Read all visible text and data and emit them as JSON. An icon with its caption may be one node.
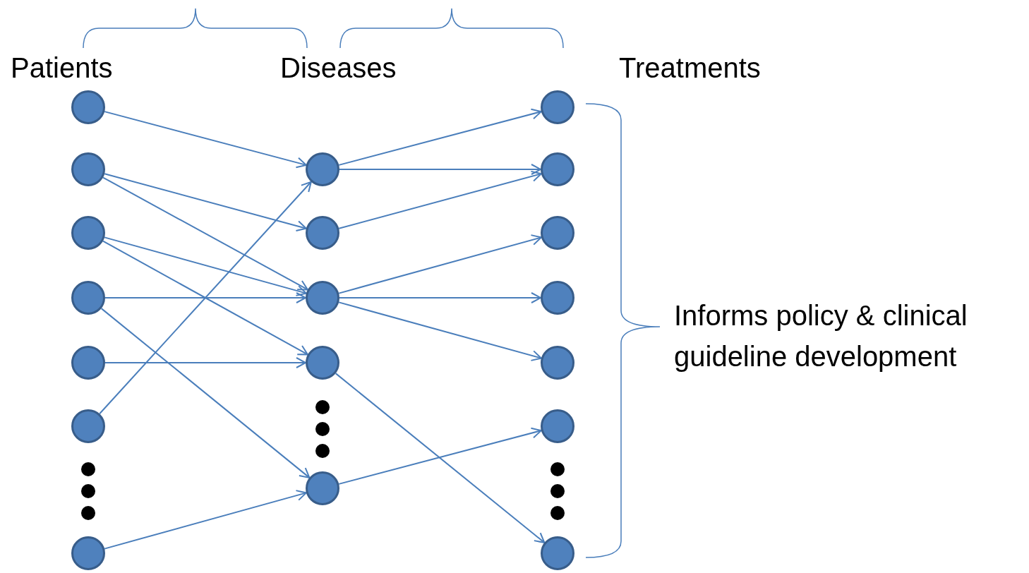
{
  "diagram": {
    "nodes": [
      {
        "text": [],
        "shape": "circle"
      },
      {
        "text": [],
        "shape": "circle"
      },
      {
        "text": [],
        "shape": "circle"
      },
      {
        "text": [],
        "shape": "circle"
      },
      {
        "text": [],
        "shape": "circle"
      },
      {
        "text": [],
        "shape": "circle"
      },
      {
        "text": [],
        "shape": "circle"
      },
      {
        "text": [],
        "shape": "circle"
      },
      {
        "text": [],
        "shape": "circle"
      },
      {
        "text": [],
        "shape": "circle"
      },
      {
        "text": [],
        "shape": "circle"
      },
      {
        "text": [],
        "shape": "circle"
      },
      {
        "text": [],
        "shape": "circle"
      },
      {
        "text": [],
        "shape": "circle"
      },
      {
        "text": [],
        "shape": "circle"
      },
      {
        "text": [],
        "shape": "circle"
      },
      {
        "text": [],
        "shape": "circle"
      },
      {
        "text": [],
        "shape": "circle"
      },
      {
        "text": [],
        "shape": "circle"
      }
    ],
    "edges": [
      {
        "from": 0,
        "to": 7,
        "arrow": "to"
      },
      {
        "from": 1,
        "to": 8,
        "arrow": "to"
      },
      {
        "from": 1,
        "to": 9,
        "arrow": "to"
      },
      {
        "from": 2,
        "to": 9,
        "arrow": "to"
      },
      {
        "from": 2,
        "to": 10,
        "arrow": "to"
      },
      {
        "from": 3,
        "to": 9,
        "arrow": "to"
      },
      {
        "from": 3,
        "to": 11,
        "arrow": "to"
      },
      {
        "from": 4,
        "to": 10,
        "arrow": "to"
      },
      {
        "from": 5,
        "to": 7,
        "arrow": "to"
      },
      {
        "from": 6,
        "to": 11,
        "arrow": "to"
      },
      {
        "from": 7,
        "to": 12,
        "arrow": "to"
      },
      {
        "from": 7,
        "to": 13,
        "arrow": "to"
      },
      {
        "from": 8,
        "to": 13,
        "arrow": "to"
      },
      {
        "from": 9,
        "to": 14,
        "arrow": "to"
      },
      {
        "from": 9,
        "to": 15,
        "arrow": "to"
      },
      {
        "from": 9,
        "to": 16,
        "arrow": "to"
      },
      {
        "from": 10,
        "to": 18,
        "arrow": "to"
      },
      {
        "from": 11,
        "to": 17,
        "arrow": "to"
      }
    ],
    "labels": [
      "Patients",
      "Diseases",
      "Treatments",
      "Informs policy & clinical guideline development"
    ]
  }
}
